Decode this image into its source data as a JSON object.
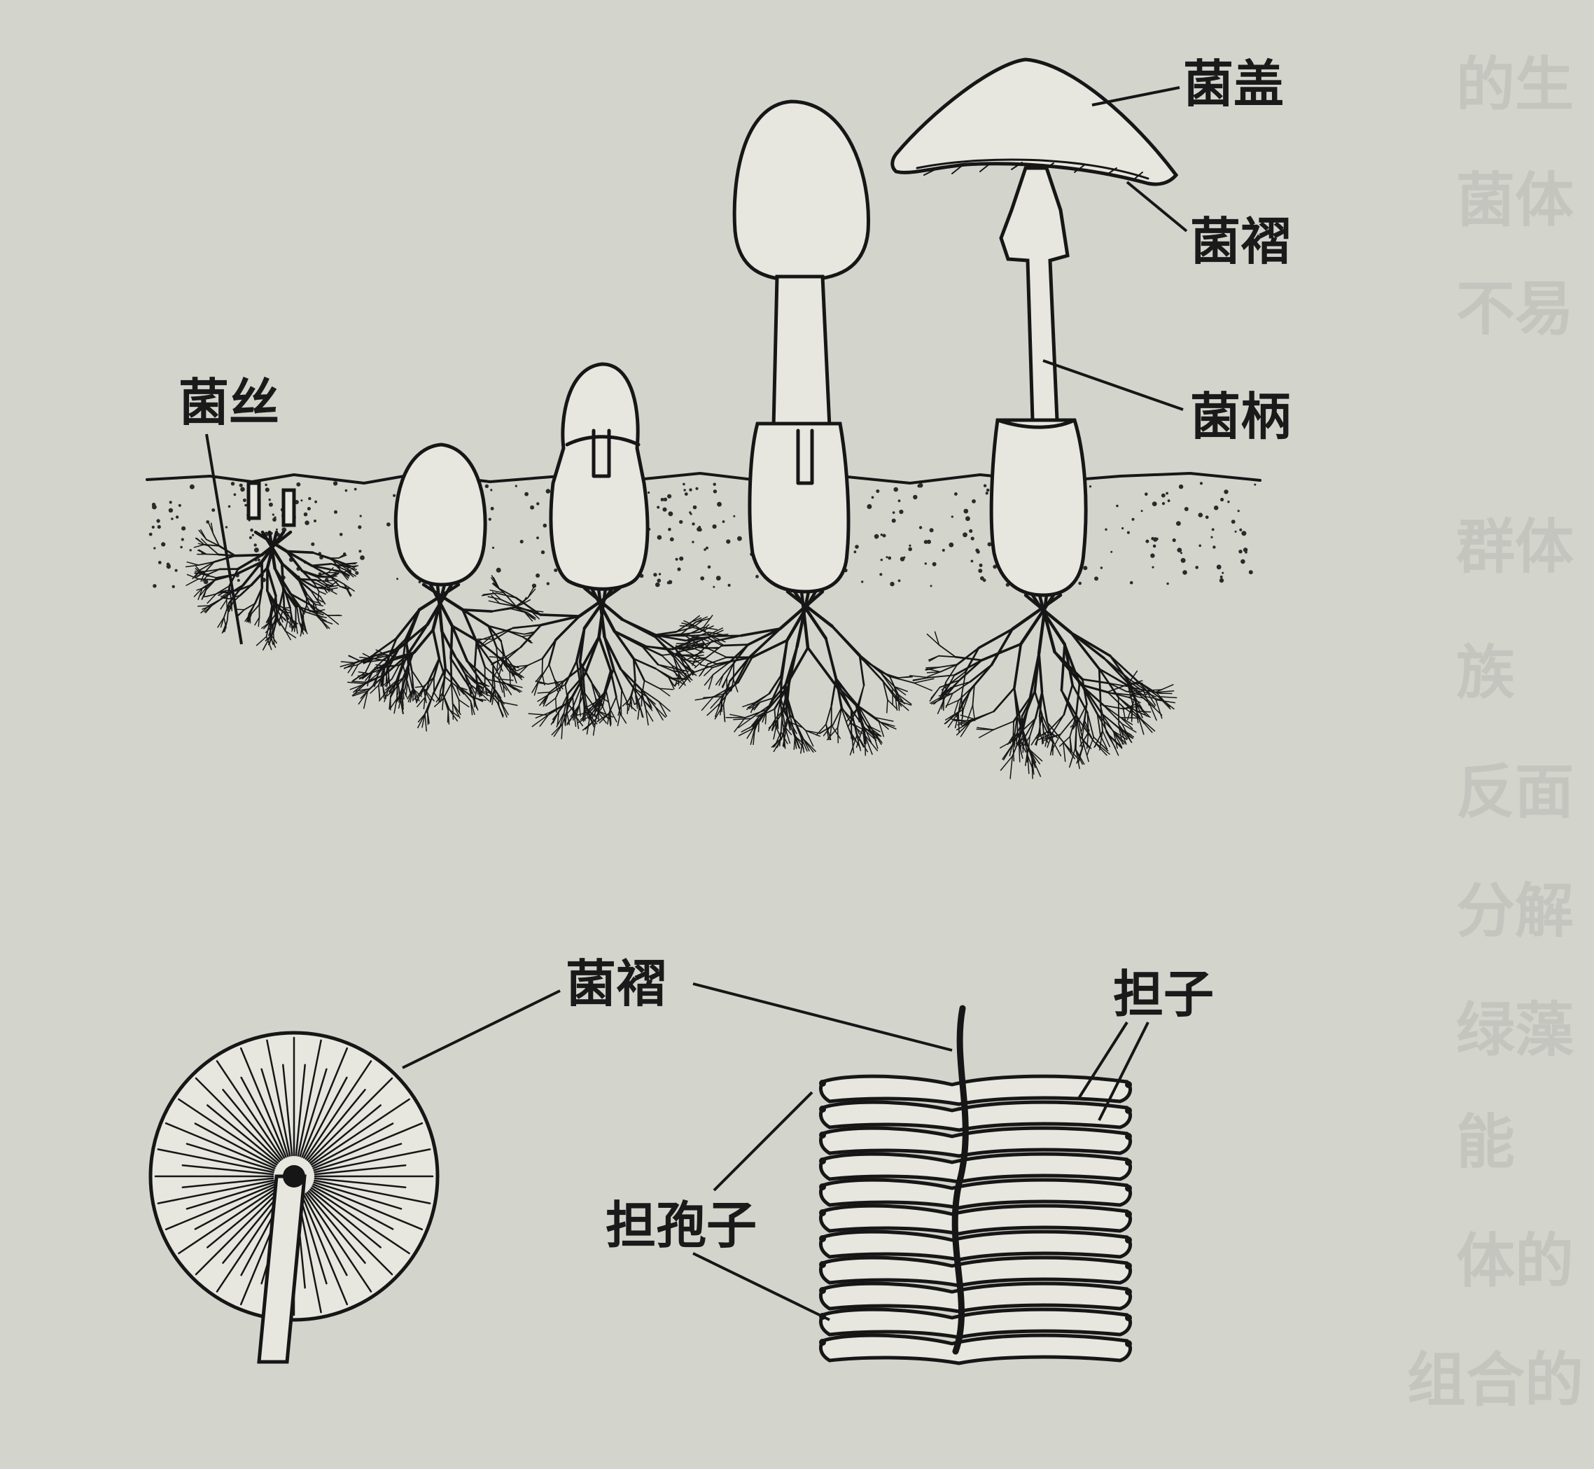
{
  "diagram": {
    "labels": {
      "cap": "菌盖",
      "gills_top": "菌褶",
      "stalk": "菌柄",
      "hyphae": "菌丝",
      "gills_bottom": "菌褶",
      "basidium": "担子",
      "basidiospore": "担孢子"
    }
  },
  "bleed_through_text": [
    "的生",
    "菌体",
    "不易",
    "群体",
    "族",
    "反面",
    "分解",
    "绿藻",
    "能",
    "体的",
    "组合的"
  ]
}
